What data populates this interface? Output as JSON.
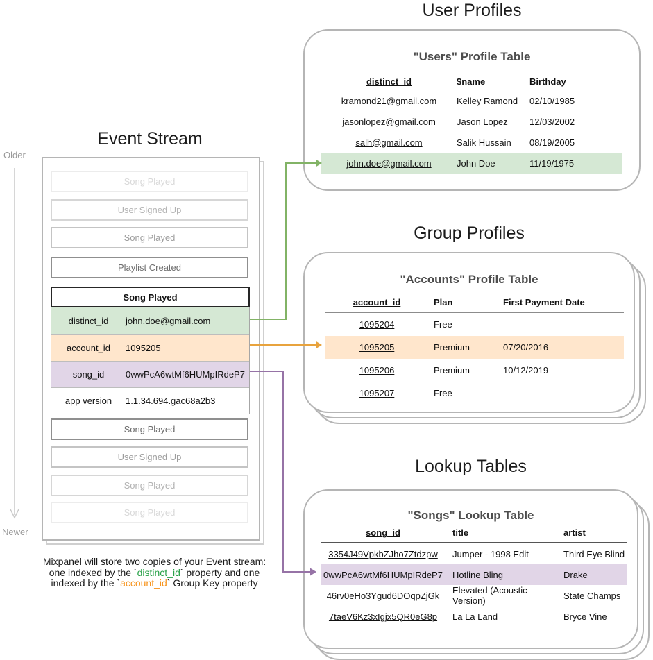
{
  "colors": {
    "green_fill": "#d5e8d4",
    "green_stroke": "#82b366",
    "orange_fill": "#ffe6cc",
    "orange_stroke": "#e8a33d",
    "purple_fill": "#e1d5e7",
    "purple_stroke": "#9673a6",
    "note_green": "#2aa24a",
    "note_orange": "#f7941d"
  },
  "event_stream": {
    "title": "Event Stream",
    "older_label": "Older",
    "newer_label": "Newer",
    "events_before": [
      "Song Played",
      "User Signed Up",
      "Song Played",
      "Playlist Created"
    ],
    "expanded_event": {
      "title": "Song Played",
      "properties": [
        {
          "key": "distinct_id",
          "value": "john.doe@gmail.com"
        },
        {
          "key": "account_id",
          "value": "1095205"
        },
        {
          "key": "song_id",
          "value": "0wwPcA6wtMf6HUMpIRdeP7"
        },
        {
          "key": "app version",
          "value": "1.1.34.694.gac68a2b3"
        }
      ]
    },
    "events_after": [
      "Song Played",
      "User Signed Up",
      "Song Played",
      "Song Played"
    ]
  },
  "note": {
    "line1": "Mixpanel will store two copies of your Event stream:",
    "line2_pre": "one indexed by the `",
    "line2_code": "distinct_id",
    "line2_post": "` property and one",
    "line3_pre": "indexed by the `",
    "line3_code": "account_id",
    "line3_post": "` Group Key property"
  },
  "user_profiles": {
    "section_title": "User Profiles",
    "table_title": "\"Users\" Profile Table",
    "columns": [
      "distinct_id",
      "$name",
      "Birthday"
    ],
    "rows": [
      [
        "kramond21@gmail.com",
        "Kelley Ramond",
        "02/10/1985"
      ],
      [
        "jasonlopez@gmail.com",
        "Jason Lopez",
        "12/03/2002"
      ],
      [
        "salh@gmail.com",
        "Salik Hussain",
        "08/19/2005"
      ],
      [
        "john.doe@gmail.com",
        "John Doe",
        "11/19/1975"
      ]
    ]
  },
  "group_profiles": {
    "section_title": "Group Profiles",
    "table_title": "\"Accounts\" Profile Table",
    "columns": [
      "account_id",
      "Plan",
      "First Payment Date"
    ],
    "rows": [
      [
        "1095204",
        "Free",
        ""
      ],
      [
        "1095205",
        "Premium",
        "07/20/2016"
      ],
      [
        "1095206",
        "Premium",
        "10/12/2019"
      ],
      [
        "1095207",
        "Free",
        ""
      ]
    ]
  },
  "lookup_tables": {
    "section_title": "Lookup Tables",
    "table_title": "\"Songs\" Lookup Table",
    "columns": [
      "song_id",
      "title",
      "artist"
    ],
    "rows": [
      [
        "3354J49VpkbZJho7Ztdzpw",
        "Jumper - 1998 Edit",
        "Third Eye Blind"
      ],
      [
        "0wwPcA6wtMf6HUMpIRdeP7",
        "Hotline Bling",
        "Drake"
      ],
      [
        "46rv0eHo3Ygud6DOqpZjGk",
        "Elevated (Acoustic Version)",
        "State Champs"
      ],
      [
        "7taeV6Kz3xIgjx5QR0eG8p",
        "La La Land",
        "Bryce Vine"
      ]
    ]
  }
}
